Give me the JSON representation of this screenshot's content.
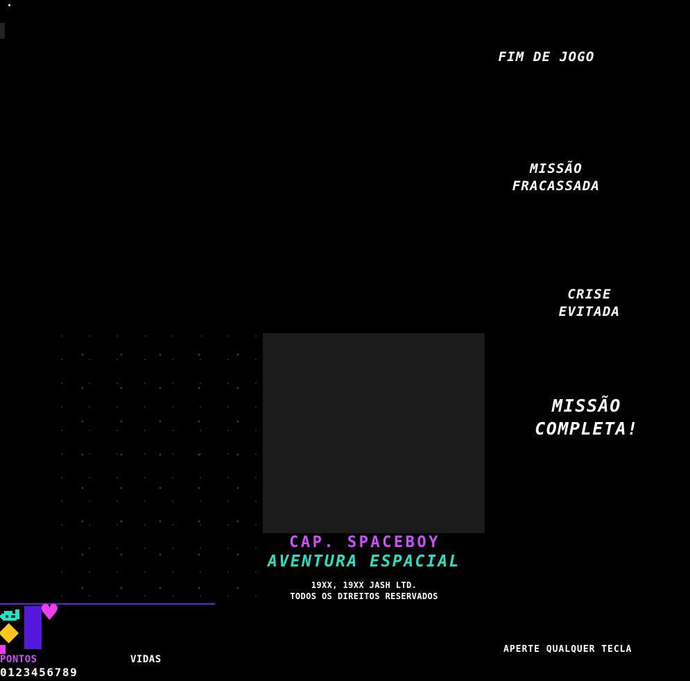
{
  "colors": {
    "background": "#000000",
    "white": "#FFFFFF",
    "magenta": "#CE4FFF",
    "heart_pink": "#EF3DEF",
    "cyan": "#1FE5C4",
    "yellow": "#FFC61C",
    "purple_bar": "#5517DB",
    "line_purple": "#6C1EDB",
    "panel": "#1B1B1B",
    "star": "#3C3C3C",
    "ship_dark": "#0B3B34"
  },
  "messages": {
    "game_over": "FIM DE JOGO",
    "mission_failed": {
      "line1": "MISSÃO",
      "line2": "FRACASSADA"
    },
    "crisis_averted": {
      "line1": "CRISE",
      "line2": "EVITADA"
    },
    "mission_complete": {
      "line1": "MISSÃO",
      "line2": "COMPLETA!"
    }
  },
  "title_screen": {
    "title": "CAP. SPACEBOY",
    "subtitle": "AVENTURA ESPACIAL",
    "copyright_line1": "19XX, 19XX JASH LTD.",
    "copyright_line2": "TODOS OS DIREITOS RESERVADOS",
    "prompt": "APERTE QUALQUER TECLA"
  },
  "hud": {
    "points_label": "PONTOS",
    "digits": "0123456789",
    "lives_label": "VIDAS"
  },
  "sprites": {
    "heart_glyph": "♥",
    "diamond_glyph": "◆"
  }
}
